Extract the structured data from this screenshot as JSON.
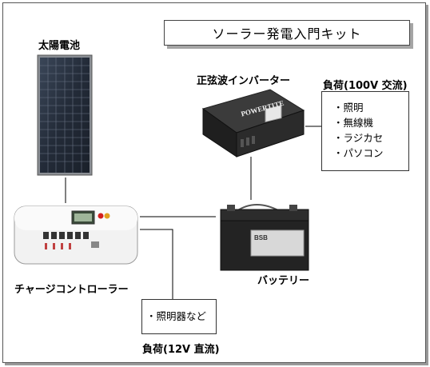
{
  "title": "ソーラー発電入門キット",
  "labels": {
    "solar_panel": "太陽電池",
    "inverter": "正弦波インバーター",
    "charge_controller": "チャージコントローラー",
    "battery": "バッテリー",
    "ac_load": "負荷(100V 交流)",
    "dc_load": "負荷(12V 直流)"
  },
  "ac_load_items": [
    "照明",
    "無線機",
    "ラジカセ",
    "パソコン"
  ],
  "dc_load_items": [
    "照明器など"
  ],
  "device_text": {
    "inverter_brand": "POWERTITE",
    "battery_brand": "BSB"
  }
}
